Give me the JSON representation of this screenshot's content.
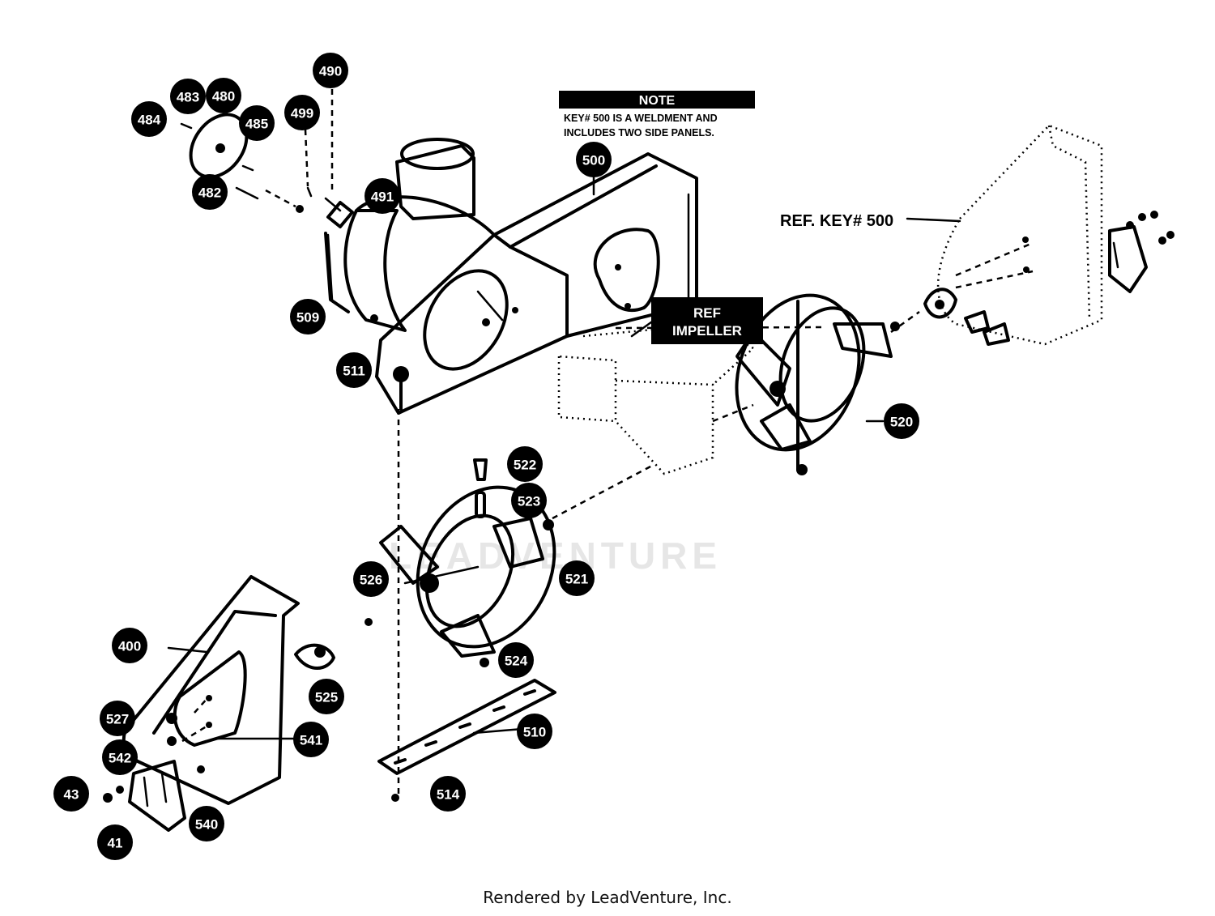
{
  "note": {
    "heading": "NOTE",
    "line1": "KEY# 500 IS A WELDMENT AND",
    "line2": "INCLUDES TWO SIDE PANELS."
  },
  "ref_key_label": "REF. KEY# 500",
  "ref_impeller": {
    "line1": "REF",
    "line2": "IMPELLER"
  },
  "watermark": "LEADVENTURE",
  "footer": "Rendered by LeadVenture, Inc.",
  "callouts": {
    "c490": "490",
    "c499": "499",
    "c483": "483",
    "c480": "480",
    "c484": "484",
    "c485": "485",
    "c482": "482",
    "c491": "491",
    "c500": "500",
    "c509": "509",
    "c511": "511",
    "c520": "520",
    "c522": "522",
    "c523": "523",
    "c526": "526",
    "c521": "521",
    "c400": "400",
    "c525": "525",
    "c524": "524",
    "c527": "527",
    "c541": "541",
    "c510": "510",
    "c542": "542",
    "c43": "43",
    "c514": "514",
    "c540": "540",
    "c41": "41"
  }
}
